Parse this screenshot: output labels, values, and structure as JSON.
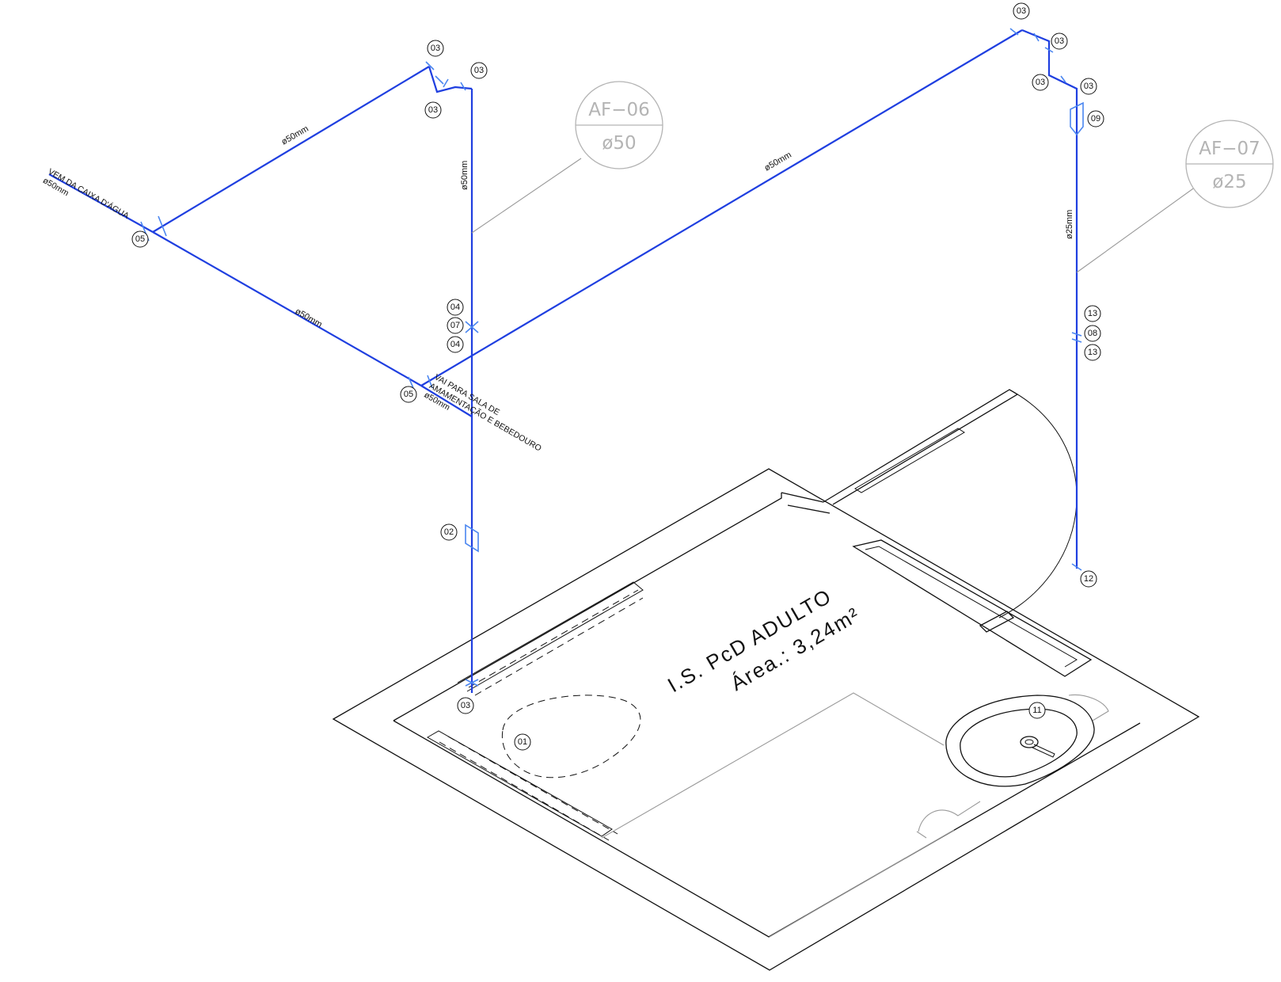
{
  "source_note": {
    "line1": "VEM DA CAIXA D'ÁGUA",
    "line2": "ø50mm"
  },
  "dest_note": {
    "line1": "VAI PARA SALA DE",
    "line2": "AMAMENTAÇÃO E BEBEDOURO",
    "line3": "ø50mm"
  },
  "pipe_labels": {
    "p1": "ø50mm",
    "p2": "ø50mm",
    "p3": "ø50mm",
    "p4": "ø50mm",
    "p5": "ø25mm"
  },
  "balloons": [
    {
      "id": "AF−06",
      "dia": "ø50"
    },
    {
      "id": "AF−07",
      "dia": "ø25"
    }
  ],
  "room": {
    "name": "I.S. PcD ADULTO",
    "area": "Área.: 3,24m²"
  },
  "tags": {
    "t01": "01",
    "t02": "02",
    "t03a": "03",
    "t03b": "03",
    "t03c": "03",
    "t03d": "03",
    "t03e": "03",
    "t03f": "03",
    "t03g": "03",
    "t04a": "04",
    "t04b": "04",
    "t05a": "05",
    "t05b": "05",
    "t07": "07",
    "t08": "08",
    "t09": "09",
    "t11": "11",
    "t12": "12",
    "t13a": "13",
    "t13b": "13"
  },
  "colors": {
    "pipe": "#1f3fe0",
    "fitting": "#4a86f0",
    "balloon": "#b4b4b4",
    "line": "#111111"
  }
}
